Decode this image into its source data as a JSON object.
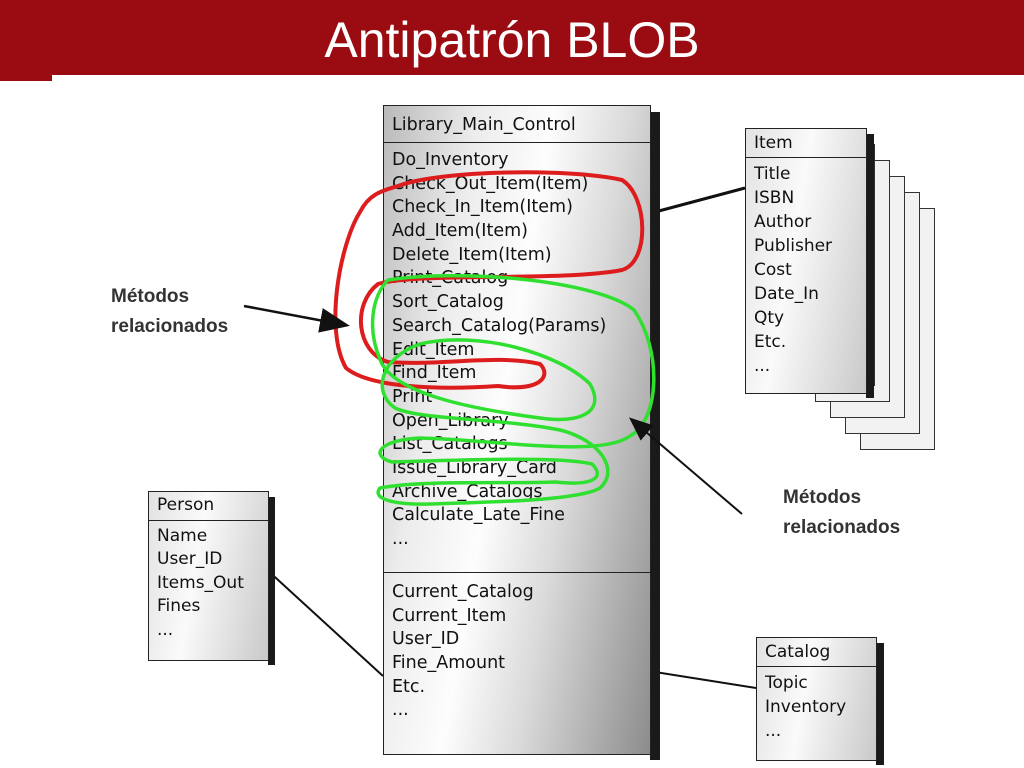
{
  "slide": {
    "title": "Antipatrón BLOB"
  },
  "library_main_control": {
    "name": "Library_Main_Control",
    "methods": [
      "Do_Inventory",
      "Check_Out_Item(Item)",
      "Check_In_Item(Item)",
      "Add_Item(Item)",
      "Delete_Item(Item)",
      "Print_Catalog",
      "Sort_Catalog",
      "Search_Catalog(Params)",
      "Edit_Item",
      "Find_Item",
      "Print",
      "Open_Library",
      "List_Catalogs",
      "Issue_Library_Card",
      "Archive_Catalogs",
      "Calculate_Late_Fine",
      "..."
    ],
    "attributes": [
      "Current_Catalog",
      "Current_Item",
      "User_ID",
      "Fine_Amount",
      "Etc.",
      "..."
    ]
  },
  "item": {
    "name": "Item",
    "attributes": [
      "Title",
      "ISBN",
      "Author",
      "Publisher",
      "Cost",
      "Date_In",
      "Qty",
      "Etc.",
      "..."
    ]
  },
  "person": {
    "name": "Person",
    "attributes": [
      "Name",
      "User_ID",
      "Items_Out",
      "Fines",
      "..."
    ]
  },
  "catalog": {
    "name": "Catalog",
    "attributes": [
      "Topic",
      "Inventory",
      "..."
    ]
  },
  "annotations": {
    "left": "Métodos relacionados",
    "right": "Métodos relacionados"
  },
  "colors": {
    "title_bar": "#9b0c12",
    "red_loop": "#dd1d1d",
    "green_loop": "#30e030"
  }
}
